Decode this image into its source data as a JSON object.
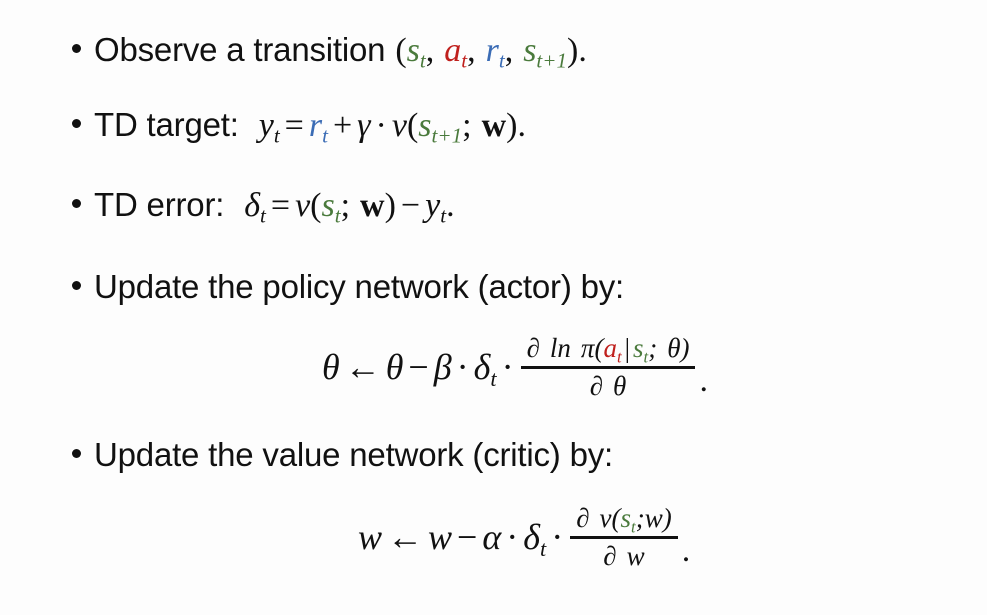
{
  "slide": {
    "background_color": "#fdfdfd",
    "text_color": "#111111",
    "accent_colors": {
      "state_green": "#4a7a3c",
      "action_red": "#c0201d",
      "reward_blue": "#3b6cb5"
    }
  },
  "bullets": [
    {
      "id": "observe-transition",
      "prefix": "Observe a transition (",
      "math_tokens": [
        "s",
        "t",
        "a",
        "t",
        "r",
        "t",
        "s",
        "t+1"
      ],
      "suffix": ")."
    },
    {
      "id": "td-target",
      "label": "TD target:",
      "equation": "y_t = r_t + γ · v(s_{t+1}; w)."
    },
    {
      "id": "td-error",
      "label": "TD error:",
      "equation": "δ_t = v(s_t; w) − y_t."
    },
    {
      "id": "update-policy",
      "label": "Update the policy network (actor) by:"
    },
    {
      "id": "update-value",
      "label": "Update the value network (critic) by:"
    }
  ],
  "line1": {
    "text_a": "Observe a transition",
    "open_paren": "(",
    "s_sym": "s",
    "s_sub": "t",
    "comma1": ",",
    "a_sym": "a",
    "a_sub": "t",
    "comma2": ",",
    "r_sym": "r",
    "r_sub": "t",
    "comma3": ",",
    "s2_sym": "s",
    "s2_sub": "t+1",
    "close_paren": ")."
  },
  "line2": {
    "label": "TD target:",
    "y_sym": "y",
    "y_sub": "t",
    "eq": "=",
    "r_sym": "r",
    "r_sub": "t",
    "plus": "+",
    "gamma": "γ",
    "cdot": "·",
    "v_sym": "v",
    "open": "(",
    "s_sym": "s",
    "s_sub": "t+1",
    "semi": ";",
    "w_sym": "w",
    "close": ")."
  },
  "line3": {
    "label": "TD error:",
    "delta": "δ",
    "delta_sub": "t",
    "eq": "=",
    "v_sym": "v",
    "open": "(",
    "s_sym": "s",
    "s_sub": "t",
    "semi": ";",
    "w_sym": "w",
    "close": ")",
    "minus": "−",
    "y_sym": "y",
    "y_sub": "t",
    "period": "."
  },
  "line4": {
    "label": "Update the policy network (actor) by:"
  },
  "line5": {
    "label": "Update the value network (critic) by:"
  },
  "equation_policy": {
    "theta_lhs": "θ",
    "arrow": "←",
    "theta_rhs": "θ",
    "minus": "−",
    "beta": "β",
    "cdot1": "·",
    "delta": "δ",
    "delta_sub": "t",
    "cdot2": "·",
    "num_partial": "∂",
    "num_ln": "ln",
    "num_pi": "π",
    "num_open": "(",
    "num_a": "a",
    "num_a_sub": "t",
    "num_bar": "|",
    "num_s": "s",
    "num_s_sub": "t",
    "num_semi": ";",
    "num_theta": "θ",
    "num_close": ")",
    "den_partial": "∂",
    "den_theta": "θ",
    "period": "."
  },
  "equation_value": {
    "w_lhs": "w",
    "arrow": "←",
    "w_rhs": "w",
    "minus": "−",
    "alpha": "α",
    "cdot1": "·",
    "delta": "δ",
    "delta_sub": "t",
    "cdot2": "·",
    "num_partial": "∂",
    "num_v": "v",
    "num_open": "(",
    "num_s": "s",
    "num_s_sub": "t",
    "num_semi": ";",
    "num_w": "w",
    "num_close": ")",
    "den_partial": "∂",
    "den_w": "w",
    "period": "."
  }
}
